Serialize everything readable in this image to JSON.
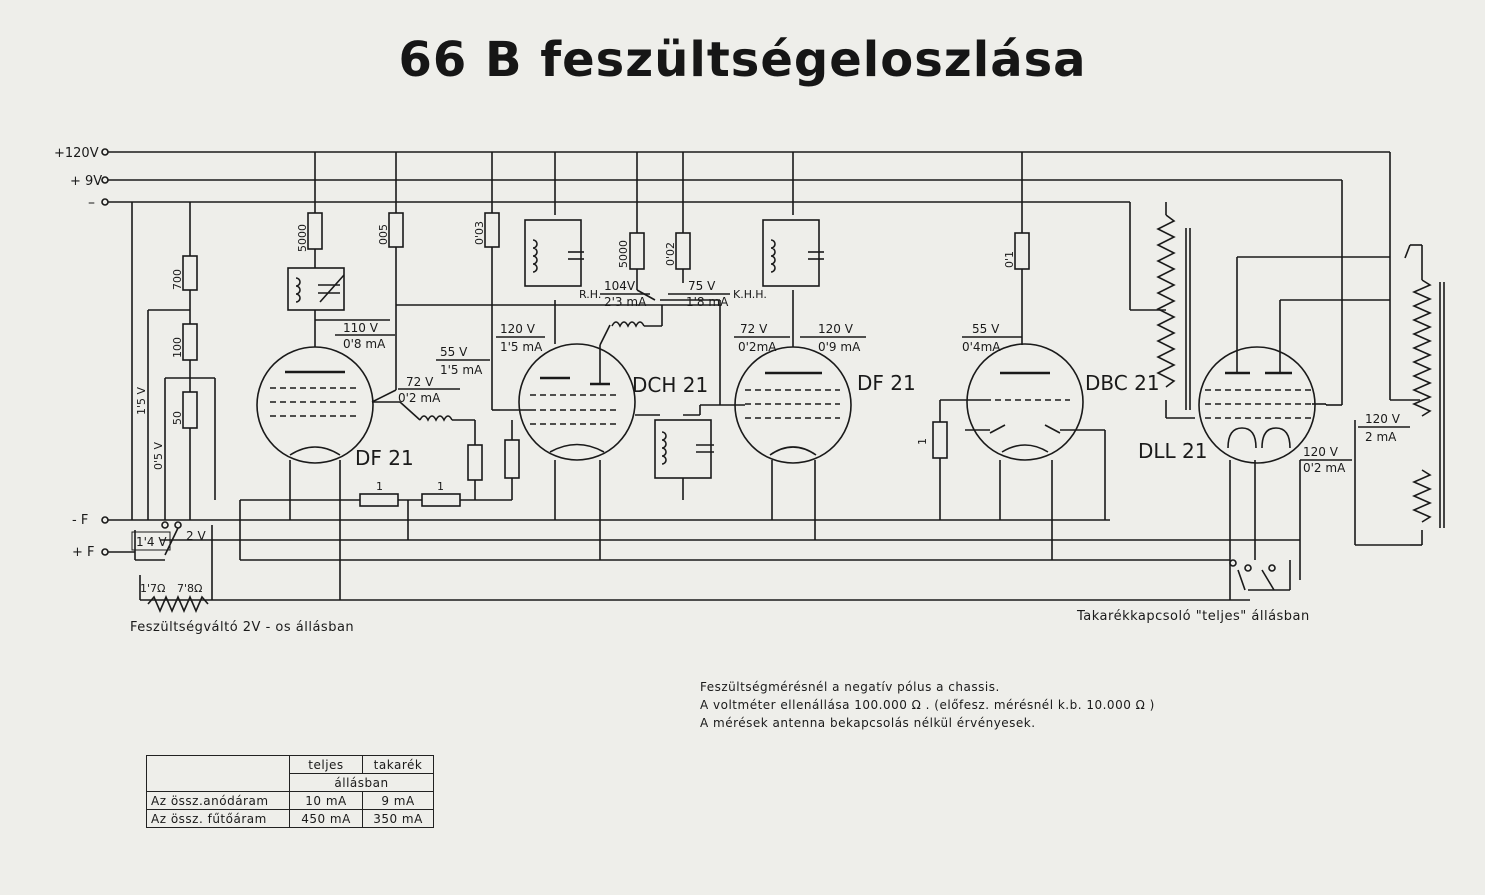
{
  "title": "66 B  feszültségeloszlása",
  "rails": {
    "plus120": "+120V",
    "plus9": "+ 9V",
    "minus": "–",
    "minusF": "- F",
    "plusF": "+ F"
  },
  "tubes": {
    "df21a": "DF 21",
    "dch21": "DCH 21",
    "df21b": "DF 21",
    "dbc21": "DBC 21",
    "dll21": "DLL 21"
  },
  "resistors": {
    "r700": "700",
    "r100": "100",
    "r50": "50",
    "r5000a": "5000",
    "r005": "005",
    "r003": "0'03",
    "r5000b": "5000",
    "r002": "0'02",
    "r01": "0'1",
    "r1a": "1",
    "r1b": "1",
    "r1c": "1"
  },
  "readings": {
    "df21a_v": "110 V",
    "df21a_ma": "0'8 mA",
    "df21a_g_v": "72 V",
    "df21a_g_ma": "0'2 mA",
    "dch21_a_v": "120 V",
    "dch21_a_ma": "1'5 mA",
    "dch21_g_v": "55 V",
    "dch21_g_ma": "1'5 mA",
    "rh_label": "R.H.",
    "rh_v": "104V",
    "rh_ma": "2'3 mA",
    "khh_v": "75 V",
    "khh_ma": "1'8 mA",
    "khh_label": "K.H.H.",
    "df21b_g_v": "72 V",
    "df21b_g_ma": "0'2mA",
    "df21b_a_v": "120 V",
    "df21b_a_ma": "0'9 mA",
    "dbc21_v": "55 V",
    "dbc21_ma": "0'4mA",
    "dll21_a_v": "120 V",
    "dll21_a_ma": "2 mA",
    "dll21_g_v": "120 V",
    "dll21_g_ma": "0'2 mA"
  },
  "voltages": {
    "v15": "1'5 V",
    "v05": "0'5 V"
  },
  "switch": {
    "v14": "1'4 V",
    "v2": "2 V",
    "r17": "1'7Ω",
    "r78": "7'8Ω"
  },
  "captions": {
    "selector": "Feszültségváltó  2V - os állásban",
    "economy": "Takarékkapcsoló \"teljes\" állásban"
  },
  "notes": [
    "Feszültségmérésnél  a  negatív  pólus  a  chassis.",
    "A  voltméter  ellenállása  100.000 Ω .  (előfesz.  mérésnél  k.b.  10.000 Ω )",
    "A  mérések  antenna  bekapcsolás  nélkül  érvényesek."
  ],
  "table": {
    "header": [
      "teljes",
      "takarék"
    ],
    "subheader": "állásban",
    "rows": [
      {
        "label": "Az össz.anódáram",
        "full": "10   mA",
        "eco": "9   mA"
      },
      {
        "label": "Az össz. fűtőáram",
        "full": "450  mA",
        "eco": "350  mA"
      }
    ]
  }
}
